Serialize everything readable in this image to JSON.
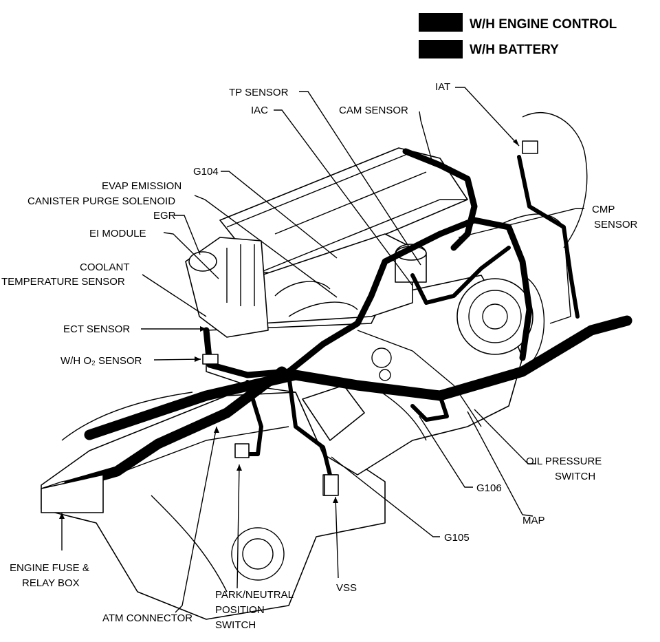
{
  "legend": [
    {
      "label": "W/H ENGINE CONTROL",
      "color": "#000000"
    },
    {
      "label": "W/H BATTERY",
      "color": "#000000"
    }
  ],
  "labels": {
    "iat": "IAT",
    "tp_sensor": "TP SENSOR",
    "iac": "IAC",
    "cam_sensor": "CAM SENSOR",
    "g104": "G104",
    "evap_1": "EVAP EMISSION",
    "evap_2": "CANISTER PURGE SOLENOID",
    "egr": "EGR",
    "ei_module": "EI MODULE",
    "coolant_1": "COOLANT",
    "coolant_2": "TEMPERATURE SENSOR",
    "ect_sensor": "ECT SENSOR",
    "wh_o2_sensor": "W/H O₂ SENSOR",
    "cmp_1": "CMP",
    "cmp_2": "SENSOR",
    "oil_1": "OIL PRESSURE",
    "oil_2": "SWITCH",
    "g106": "G106",
    "map": "MAP",
    "g105": "G105",
    "fuse_1": "ENGINE FUSE &",
    "fuse_2": "RELAY BOX",
    "atm_connector": "ATM CONNECTOR",
    "pn_1": "PARK/NEUTRAL",
    "pn_2": "POSITION",
    "pn_3": "SWITCH",
    "vss": "VSS"
  }
}
